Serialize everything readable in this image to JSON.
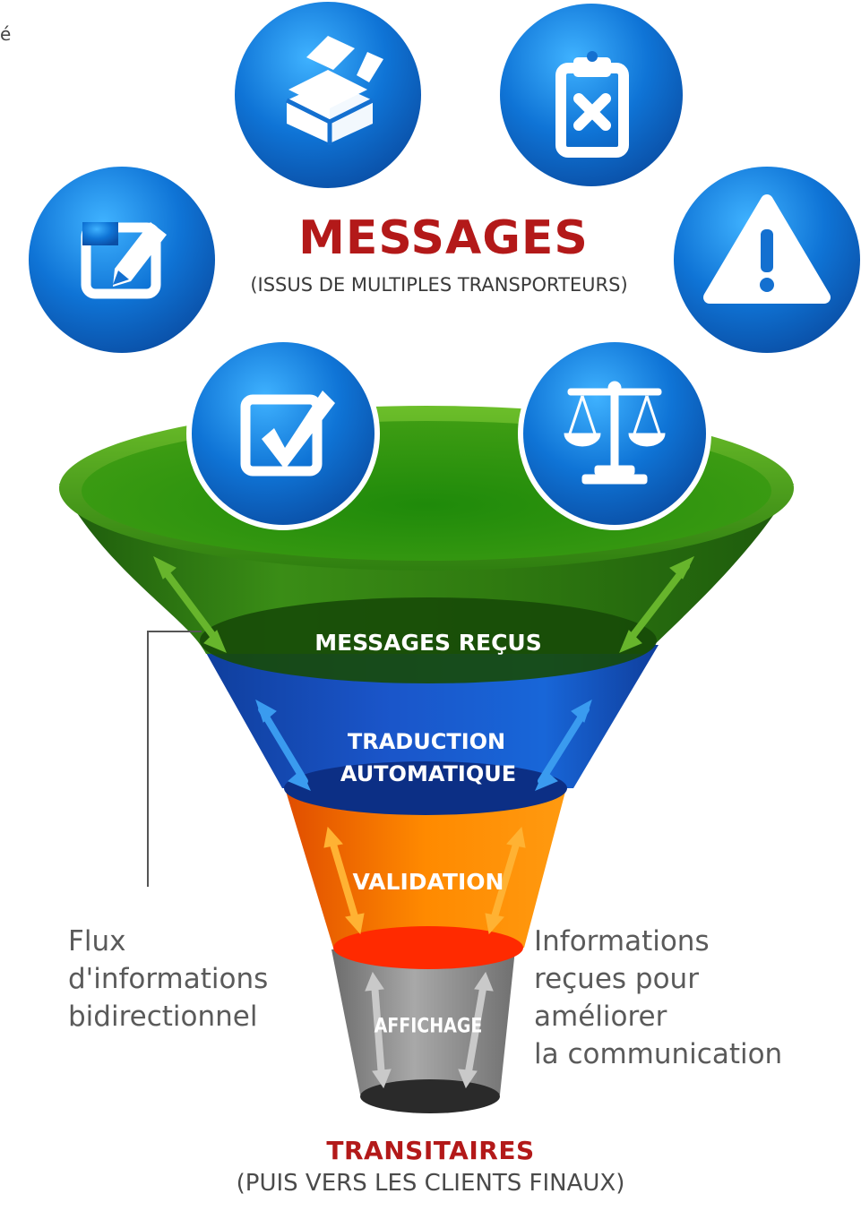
{
  "header": {
    "title": "MESSAGES",
    "subtitle": "(ISSUS DE MULTIPLES TRANSPORTEURS)"
  },
  "corner_glyph": "é",
  "icons": [
    {
      "name": "box-icon"
    },
    {
      "name": "clipboard-x-icon"
    },
    {
      "name": "edit-icon"
    },
    {
      "name": "warning-icon"
    },
    {
      "name": "checkbox-icon"
    },
    {
      "name": "scales-icon"
    }
  ],
  "funnel": {
    "stages": [
      {
        "label": "MESSAGES REÇUS",
        "color": "#1e6b10"
      },
      {
        "label_line1": "TRADUCTION",
        "label_line2": "AUTOMATIQUE",
        "color": "#1549b8"
      },
      {
        "label": "VALIDATION",
        "color": "#ff7a00"
      },
      {
        "label": "AFFICHAGE",
        "color": "#8a8a8a"
      }
    ]
  },
  "notes": {
    "left": "Flux\nd'informations\nbidirectionnel",
    "right": "Informations\nreçues pour\naméliorer\nla communication"
  },
  "footer": {
    "title": "TRANSITAIRES",
    "subtitle": "(PUIS VERS LES CLIENTS FINAUX)"
  },
  "colors": {
    "accent_red": "#b31919",
    "icon_blue": "#1470d0",
    "funnel_green": "#3d8f12",
    "funnel_blue": "#1549b8",
    "funnel_orange": "#ff7a00",
    "funnel_gray": "#8a8a8a"
  }
}
